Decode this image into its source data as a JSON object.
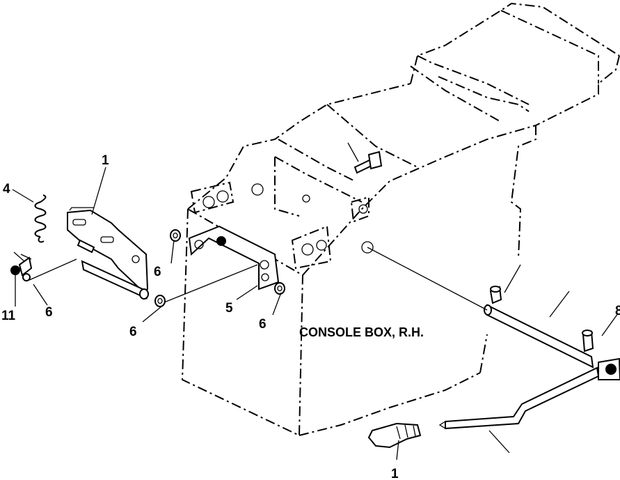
{
  "diagram": {
    "title": "CONSOLE BOX, R.H.",
    "callouts": {
      "c1_top": "1",
      "c4_partial": "4",
      "c11": "11",
      "c6_left": "6",
      "c6_upper": "6",
      "c6_mid": "6",
      "c5": "5",
      "c6_right": "6",
      "c1_bottom": "1",
      "c8_partial": "8"
    }
  }
}
